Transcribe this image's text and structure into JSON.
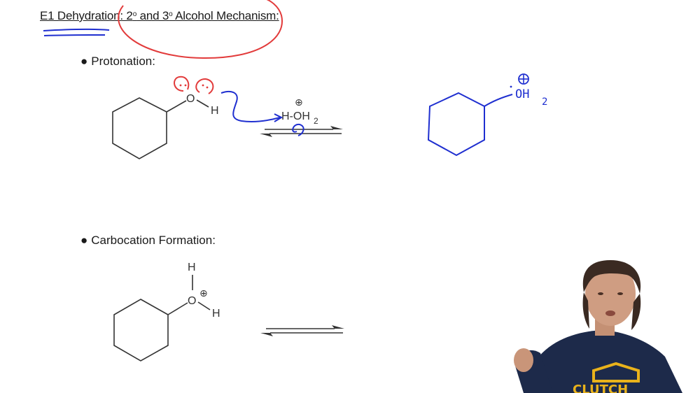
{
  "title": {
    "prefix": "E1 Dehydration: 2",
    "deg1": "o",
    "middle": " and 3",
    "deg2": "o",
    "suffix": " Alcohol Mechanism:"
  },
  "bullets": {
    "protonation": "Protonation:",
    "carbocation": "Carbocation Formation:"
  },
  "reaction1": {
    "reactant_O": "O",
    "reactant_H": "H",
    "reagent": "H-OH",
    "reagent_sub": "2",
    "plus": "⊕"
  },
  "handwritten": {
    "product_label": "OH",
    "product_sub": "2"
  },
  "reaction2": {
    "top_H": "H",
    "O": "O",
    "side_H": "H",
    "plus": "⊕"
  },
  "presenter": {
    "shirt_text": "CLUTCH"
  },
  "colors": {
    "ink_red": "#e23b3b",
    "ink_blue": "#1f2fd0",
    "text": "#1a1a1a",
    "shirt": "#1d2a4a",
    "logo": "#e9b21b"
  }
}
